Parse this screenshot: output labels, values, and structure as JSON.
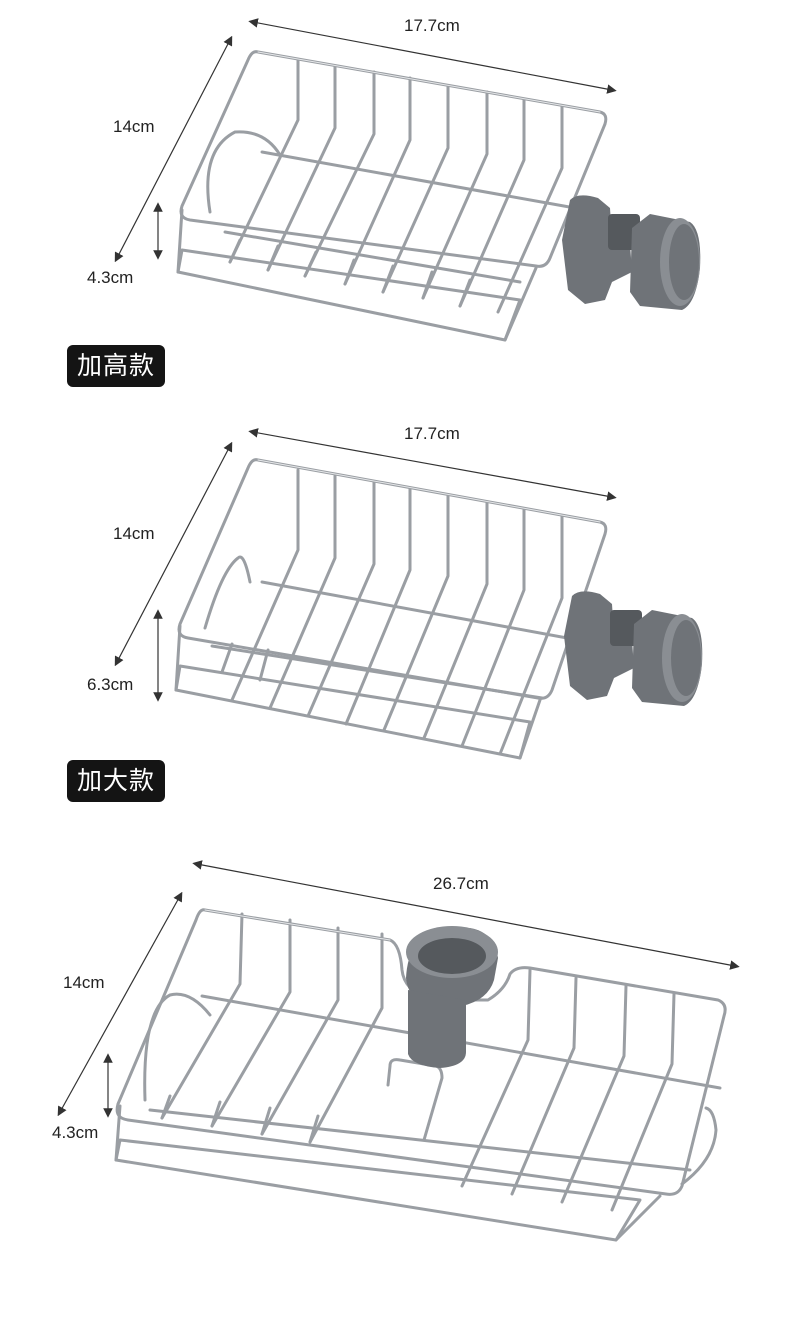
{
  "sections": [
    {
      "width_label": "17.7cm",
      "depth_label": "14cm",
      "height_label": "4.3cm",
      "badge": "加高款"
    },
    {
      "width_label": "17.7cm",
      "depth_label": "14cm",
      "height_label": "6.3cm",
      "badge": "加大款"
    },
    {
      "width_label": "26.7cm",
      "depth_label": "14cm",
      "height_label": "4.3cm"
    }
  ],
  "colors": {
    "steel": "#9a9ea3",
    "clip": "#6f7378",
    "badge_bg": "#141414"
  }
}
